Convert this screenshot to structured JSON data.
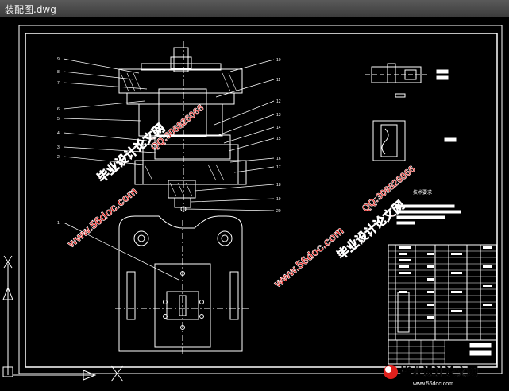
{
  "window": {
    "title": "装配图.dwg"
  },
  "colors": {
    "background": "#000000",
    "lines": "#ffffff",
    "watermark": "#e0201c",
    "watermark_outline": "#ffffff"
  },
  "drawing": {
    "part_numbers_left": [
      "9",
      "8",
      "7",
      "6",
      "5",
      "4",
      "3",
      "2",
      "1"
    ],
    "part_numbers_right": [
      "10",
      "11",
      "12",
      "13",
      "14",
      "15",
      "16",
      "17",
      "18",
      "19",
      "20"
    ],
    "tech_requirements_heading": "技术要求"
  },
  "watermarks": {
    "brand": "毕业设计论文网",
    "site": "www.56doc.com",
    "qq": "QQ:306826066",
    "logo_site": "www.56doc.com"
  }
}
